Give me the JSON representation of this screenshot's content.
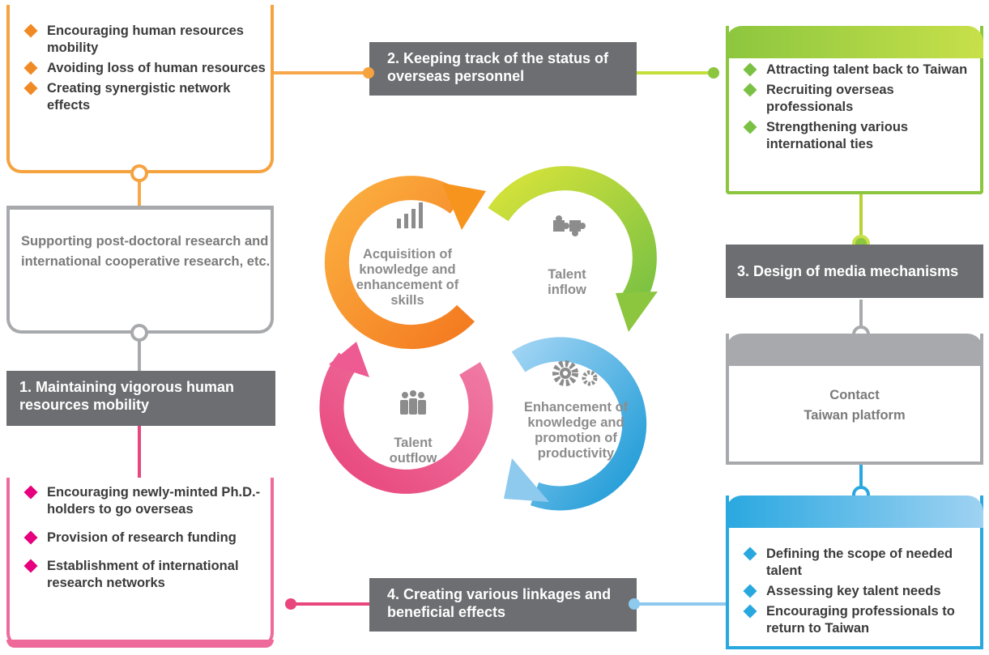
{
  "colors": {
    "orange": "#f28c28",
    "green": "#8cc63f",
    "pink": "#e8467c",
    "blue": "#29a8e0",
    "gray": "#a7a9ac",
    "label_gray": "#6d6e71"
  },
  "top_left": {
    "items": [
      "Encouraging human resources mobility",
      "Avoiding loss of human resources",
      "Creating synergistic network effects"
    ]
  },
  "left_mid": {
    "text": "Supporting post-doctoral research and international cooperative research, etc."
  },
  "label_1": "1. Maintaining vigorous human resources mobility",
  "bottom_left": {
    "items": [
      "Encouraging newly-minted Ph.D.-holders to go overseas",
      "Provision of research funding",
      "Establishment of international research networks"
    ]
  },
  "label_2": "2. Keeping track of the status of overseas personnel",
  "label_3": "3. Design of media mechanisms",
  "label_4": "4. Creating various linkages and beneficial effects",
  "top_right": {
    "items": [
      "Attracting talent back to Taiwan",
      "Recruiting overseas professionals",
      "Strengthening various international ties"
    ]
  },
  "right_mid": {
    "line1": "Contact",
    "line2": "Taiwan platform"
  },
  "bottom_right": {
    "items": [
      "Defining the scope of needed talent",
      "Assessing key talent needs",
      "Encouraging professionals to return to Taiwan"
    ]
  },
  "cycle": {
    "acquisition": "Acquisition of knowledge and enhancement of skills",
    "inflow": "Talent inflow",
    "enhancement": "Enhancement of knowledge and promotion of productivity",
    "outflow": "Talent outflow"
  },
  "icons": [
    "bar-chart-icon",
    "puzzle-icon",
    "gears-icon",
    "people-icon"
  ]
}
